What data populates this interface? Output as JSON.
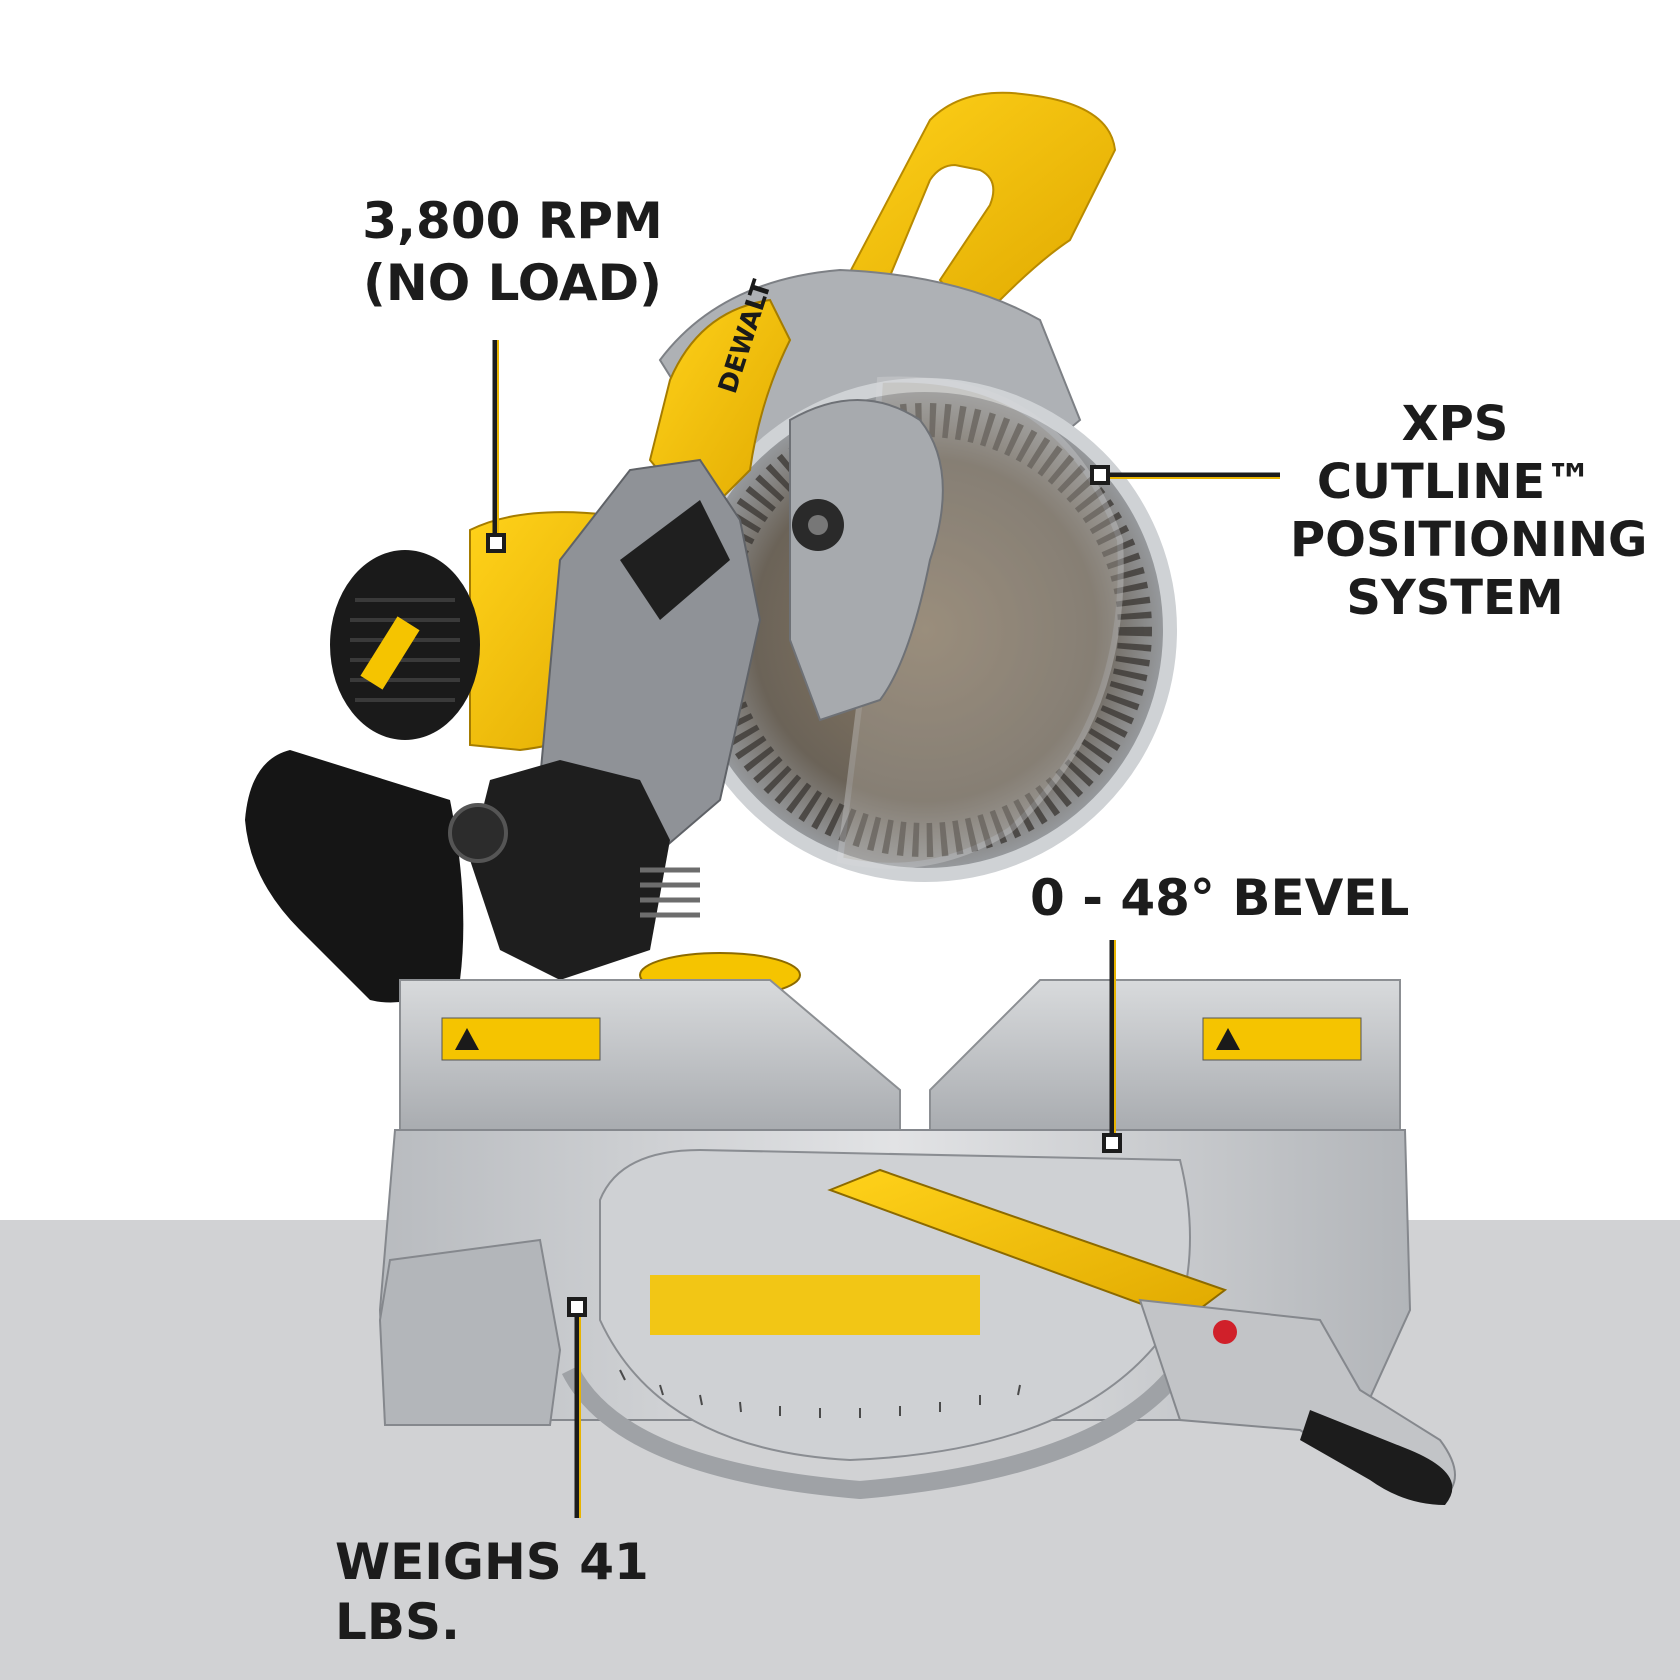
{
  "callouts": {
    "rpm_line1": "3,800 RPM",
    "rpm_line2": "(NO LOAD)",
    "xps_line1": "XPS",
    "xps_line2": "CUTLINE™",
    "xps_line3": "POSITIONING",
    "xps_line4": "SYSTEM",
    "bevel": "0 - 48° BEVEL",
    "weight": "WEIGHS 41 LBS."
  },
  "brand": {
    "logo_text": "DEWALT"
  },
  "colors": {
    "background": "#ffffff",
    "floor": "#d1d2d4",
    "dewalt_yellow": "#f5c400",
    "callout_line": "#1c1c1c",
    "callout_line_accent": "#e8b400",
    "aluminum": "#c3c5c8",
    "black_parts": "#1e1e1e"
  }
}
